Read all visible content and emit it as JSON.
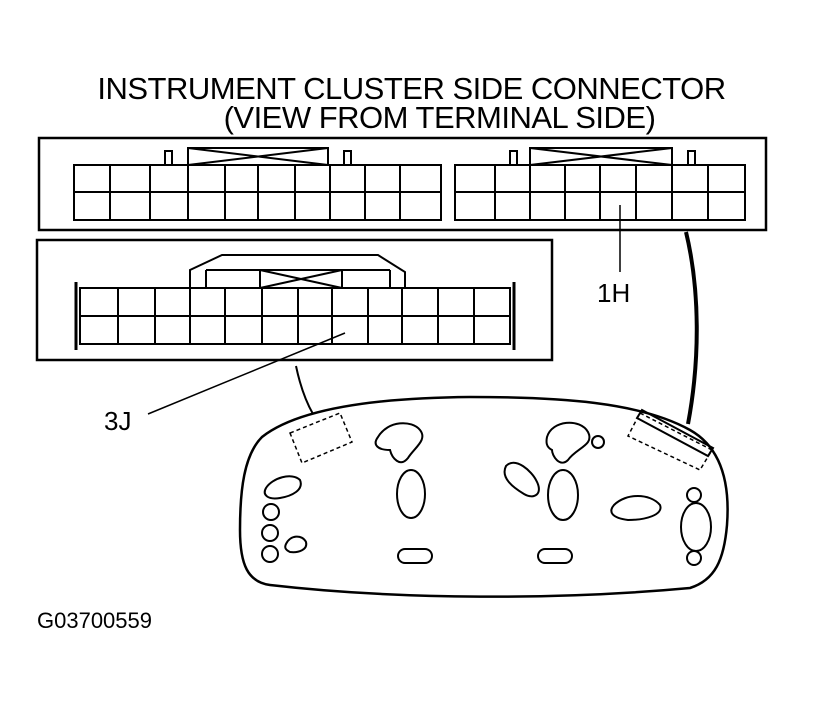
{
  "diagram": {
    "title_line1": "INSTRUMENT CLUSTER SIDE CONNECTOR",
    "title_line2": "(VIEW FROM TERMINAL SIDE)",
    "connector_1h_label": "1H",
    "connector_3j_label": "3J",
    "figure_id": "G03700559"
  },
  "colors": {
    "line": "#000000",
    "background": "#ffffff"
  }
}
